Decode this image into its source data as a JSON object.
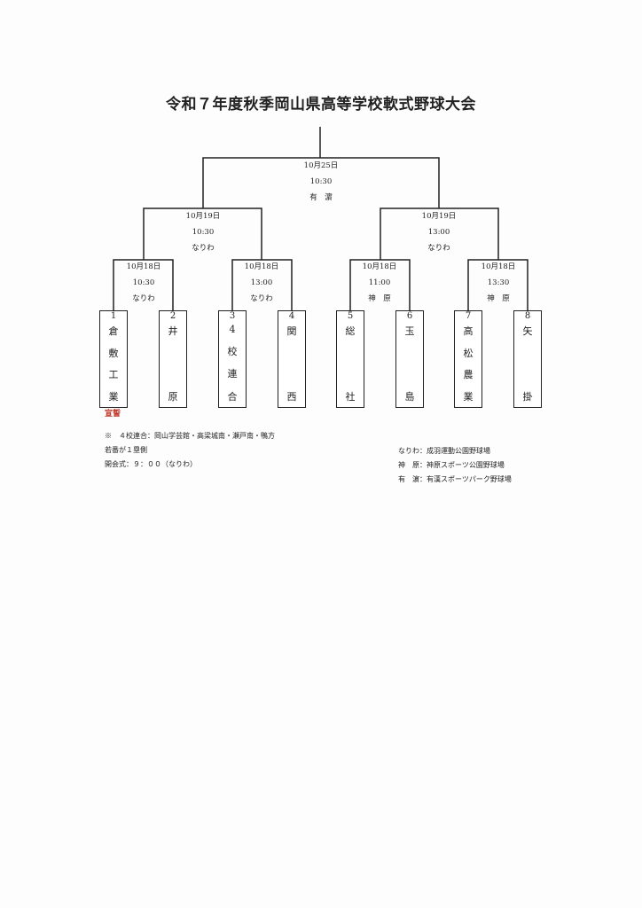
{
  "title": "令和７年度秋季岡山県高等学校軟式野球大会",
  "final": {
    "date": "10月25日",
    "time": "10:30",
    "venue": "有　濵"
  },
  "semis": [
    {
      "date": "10月19日",
      "time": "10:30",
      "venue": "なりわ"
    },
    {
      "date": "10月19日",
      "time": "13:00",
      "venue": "なりわ"
    }
  ],
  "quarters": [
    {
      "date": "10月18日",
      "time": "10:30",
      "venue": "なりわ"
    },
    {
      "date": "10月18日",
      "time": "13:00",
      "venue": "なりわ"
    },
    {
      "date": "10月18日",
      "time": "11:00",
      "venue": "神　原"
    },
    {
      "date": "10月18日",
      "time": "13:30",
      "venue": "神　原"
    }
  ],
  "teams": [
    {
      "num": "1",
      "chars": [
        "倉",
        "敷",
        "工",
        "業"
      ]
    },
    {
      "num": "2",
      "chars": [
        "井",
        "",
        "",
        "原"
      ]
    },
    {
      "num": "3",
      "chars": [
        "4",
        "校",
        "連",
        "合"
      ]
    },
    {
      "num": "4",
      "chars": [
        "関",
        "",
        "",
        "西"
      ]
    },
    {
      "num": "5",
      "chars": [
        "総",
        "",
        "",
        "社"
      ]
    },
    {
      "num": "6",
      "chars": [
        "玉",
        "",
        "",
        "島"
      ]
    },
    {
      "num": "7",
      "chars": [
        "高",
        "松",
        "農",
        "業"
      ]
    },
    {
      "num": "8",
      "chars": [
        "矢",
        "",
        "",
        "掛"
      ]
    }
  ],
  "oath_label": "宣誓",
  "notes_left": [
    "※　４校連合：岡山学芸館・高梁城南・瀬戸南・鴨方",
    "若番が１塁側",
    "開会式：９：００（なりわ）"
  ],
  "notes_right": [
    "なりわ：成羽運動公園野球場",
    "神　原：神原スポーツ公園野球場",
    "有　濵：有漢スポーツパーク野球場"
  ]
}
